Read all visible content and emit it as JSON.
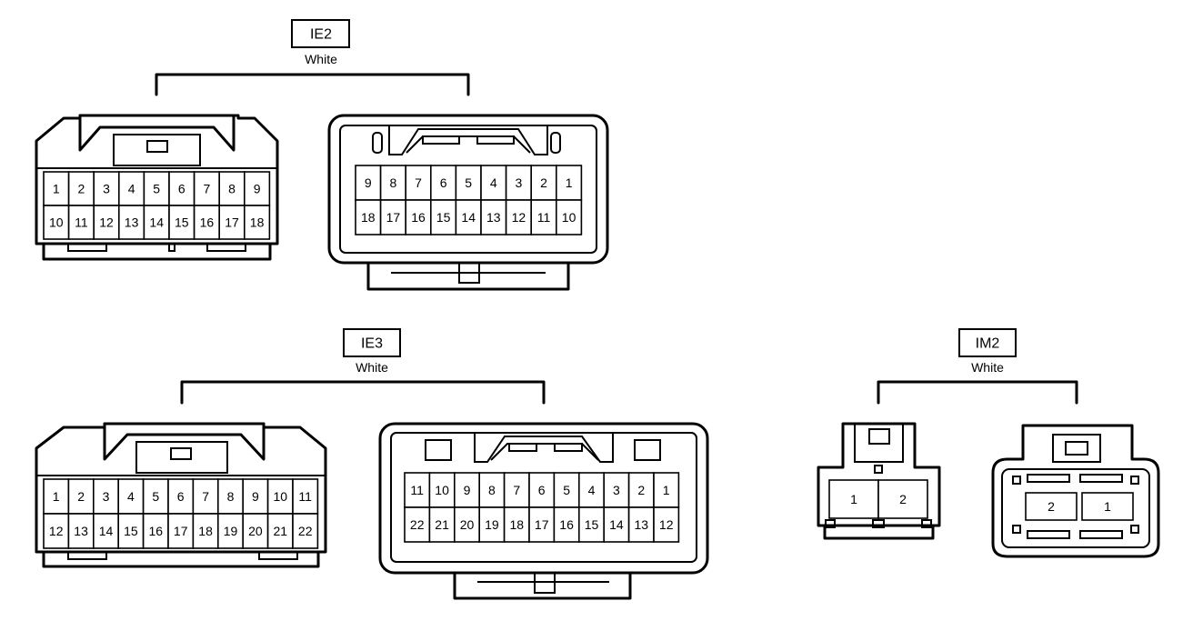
{
  "groups": [
    {
      "id": "IE2",
      "code": "IE2",
      "color": "White",
      "connectors": [
        {
          "side": "left",
          "rows": [
            [
              "1",
              "2",
              "3",
              "4",
              "5",
              "6",
              "7",
              "8",
              "9"
            ],
            [
              "10",
              "11",
              "12",
              "13",
              "14",
              "15",
              "16",
              "17",
              "18"
            ]
          ]
        },
        {
          "side": "right",
          "rows": [
            [
              "9",
              "8",
              "7",
              "6",
              "5",
              "4",
              "3",
              "2",
              "1"
            ],
            [
              "18",
              "17",
              "16",
              "15",
              "14",
              "13",
              "12",
              "11",
              "10"
            ]
          ]
        }
      ]
    },
    {
      "id": "IE3",
      "code": "IE3",
      "color": "White",
      "connectors": [
        {
          "side": "left",
          "rows": [
            [
              "1",
              "2",
              "3",
              "4",
              "5",
              "6",
              "7",
              "8",
              "9",
              "10",
              "11"
            ],
            [
              "12",
              "13",
              "14",
              "15",
              "16",
              "17",
              "18",
              "19",
              "20",
              "21",
              "22"
            ]
          ]
        },
        {
          "side": "right",
          "rows": [
            [
              "11",
              "10",
              "9",
              "8",
              "7",
              "6",
              "5",
              "4",
              "3",
              "2",
              "1"
            ],
            [
              "22",
              "21",
              "20",
              "19",
              "18",
              "17",
              "16",
              "15",
              "14",
              "13",
              "12"
            ]
          ]
        }
      ]
    },
    {
      "id": "IM2",
      "code": "IM2",
      "color": "White",
      "connectors": [
        {
          "side": "left",
          "rows": [
            [
              "1",
              "2"
            ]
          ]
        },
        {
          "side": "right",
          "rows": [
            [
              "2",
              "1"
            ]
          ]
        }
      ]
    }
  ]
}
